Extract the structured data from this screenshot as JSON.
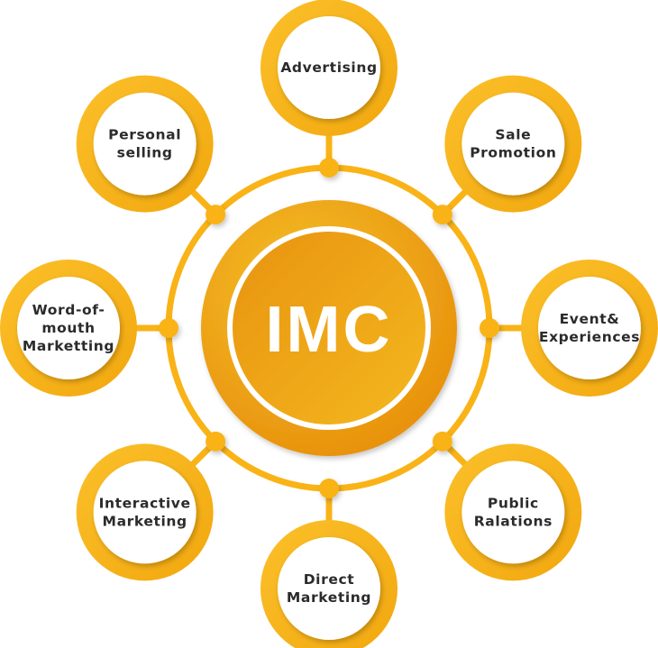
{
  "center": {
    "label": "IMC"
  },
  "nodes": [
    {
      "id": "advertising",
      "lines": [
        "Advertising"
      ]
    },
    {
      "id": "sale-promotion",
      "lines": [
        "Sale",
        "Promotion"
      ]
    },
    {
      "id": "event-experiences",
      "lines": [
        "Event&",
        "Experiences"
      ]
    },
    {
      "id": "public-relations",
      "lines": [
        "Public",
        "Ralations"
      ]
    },
    {
      "id": "direct-marketing",
      "lines": [
        "Direct",
        "Marketing"
      ]
    },
    {
      "id": "interactive-marketing",
      "lines": [
        "Interactive",
        "Marketing"
      ]
    },
    {
      "id": "word-of-mouth-marketing",
      "lines": [
        "Word-of-",
        "mouth",
        "Marketting"
      ]
    },
    {
      "id": "personal-selling",
      "lines": [
        "Personal",
        "selling"
      ]
    }
  ],
  "colors": {
    "accent": "#f9b317",
    "accent_dark": "#eea40d",
    "center_light": "#f2b51c",
    "center_dark": "#e88f0a",
    "text": "#2b2b2b",
    "background": "#ffffff"
  }
}
